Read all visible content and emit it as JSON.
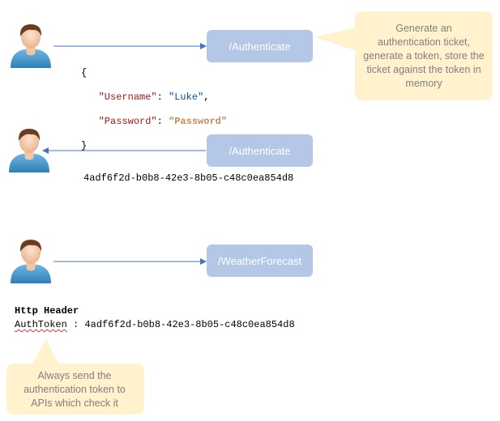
{
  "request_1": {
    "endpoint_label": "/Authenticate",
    "json_open": "{",
    "username_key": "\"Username\"",
    "username_value": "\"Luke\"",
    "password_key": "\"Password\"",
    "password_value": "“Password\"",
    "json_close": "}"
  },
  "response_1": {
    "endpoint_label": "/Authenticate",
    "token": "4adf6f2d-b0b8-42e3-8b05-c48c0ea854d8"
  },
  "request_2": {
    "endpoint_label": "/WeatherForecast",
    "header_title": "Http Header",
    "header_name": "AuthToken",
    "header_separator": " : ",
    "header_value": "4adf6f2d-b0b8-42e3-8b05-c48c0ea854d8"
  },
  "callouts": {
    "server_note": "Generate an authentication ticket, generate a token, store the ticket against the token in memory",
    "client_note": "Always send the authentication  token to APIs which check it"
  },
  "colors": {
    "endpoint_fill": "#b4c7e7",
    "arrow": "#4472c4",
    "callout_fill": "#fff2cc",
    "callout_text": "#7f7f7f"
  },
  "icons": {
    "user": "user-avatar-icon"
  }
}
